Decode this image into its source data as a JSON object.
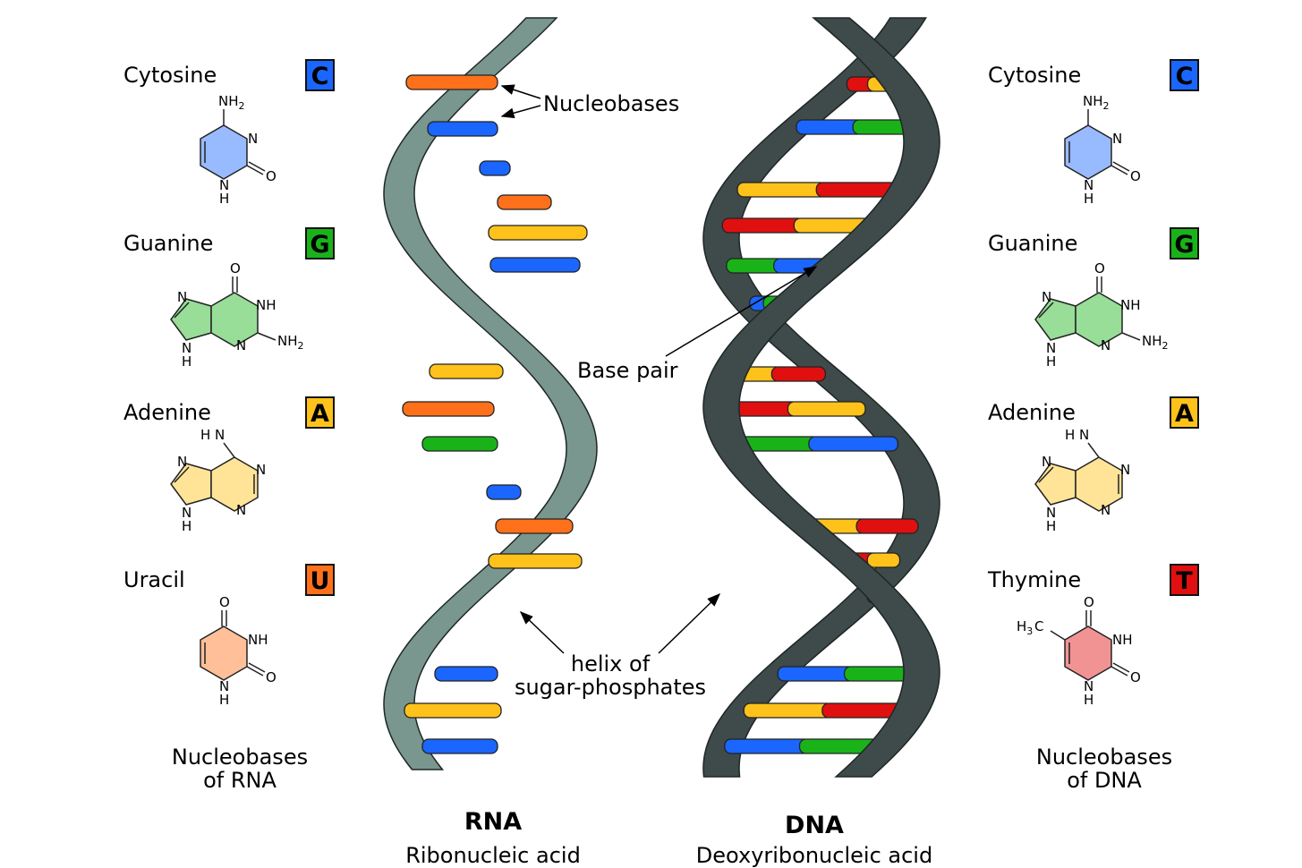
{
  "colors": {
    "cytosine": "#1a66ff",
    "guanine": "#19b319",
    "adenine": "#ffc21a",
    "uracil": "#ff701a",
    "thymine": "#e01010",
    "rna_backbone": "#79968f",
    "dna_backbone": "#3f4a4a"
  },
  "rna_bases": [
    {
      "name": "Cytosine",
      "letter": "C",
      "color_key": "cytosine",
      "formula": "cytosine"
    },
    {
      "name": "Guanine",
      "letter": "G",
      "color_key": "guanine",
      "formula": "guanine"
    },
    {
      "name": "Adenine",
      "letter": "A",
      "color_key": "adenine",
      "formula": "adenine"
    },
    {
      "name": "Uracil",
      "letter": "U",
      "color_key": "uracil",
      "formula": "uracil"
    }
  ],
  "dna_bases": [
    {
      "name": "Cytosine",
      "letter": "C",
      "color_key": "cytosine",
      "formula": "cytosine"
    },
    {
      "name": "Guanine",
      "letter": "G",
      "color_key": "guanine",
      "formula": "guanine"
    },
    {
      "name": "Adenine",
      "letter": "A",
      "color_key": "adenine",
      "formula": "adenine"
    },
    {
      "name": "Thymine",
      "letter": "T",
      "color_key": "thymine",
      "formula": "thymine"
    }
  ],
  "rna_caption": {
    "line1": "Nucleobases",
    "line2": "of RNA"
  },
  "dna_caption": {
    "line1": "Nucleobases",
    "line2": "of DNA"
  },
  "annotations": {
    "nucleobases": "Nucleobases",
    "base_pair": "Base pair",
    "helix_line1": "helix of",
    "helix_line2": "sugar-phosphates"
  },
  "rna": {
    "title": "RNA",
    "subtitle": "Ribonucleic acid"
  },
  "dna": {
    "title": "DNA",
    "subtitle": "Deoxyribonucleic acid"
  },
  "chem_labels": {
    "nh2": "NH",
    "sub2": "2",
    "n": "N",
    "h": "H",
    "o": "O",
    "nh": "NH",
    "h2n_h": "H",
    "h2n_n": "N",
    "h3c_h": "H",
    "h3c_c": "C",
    "sub3": "3"
  }
}
